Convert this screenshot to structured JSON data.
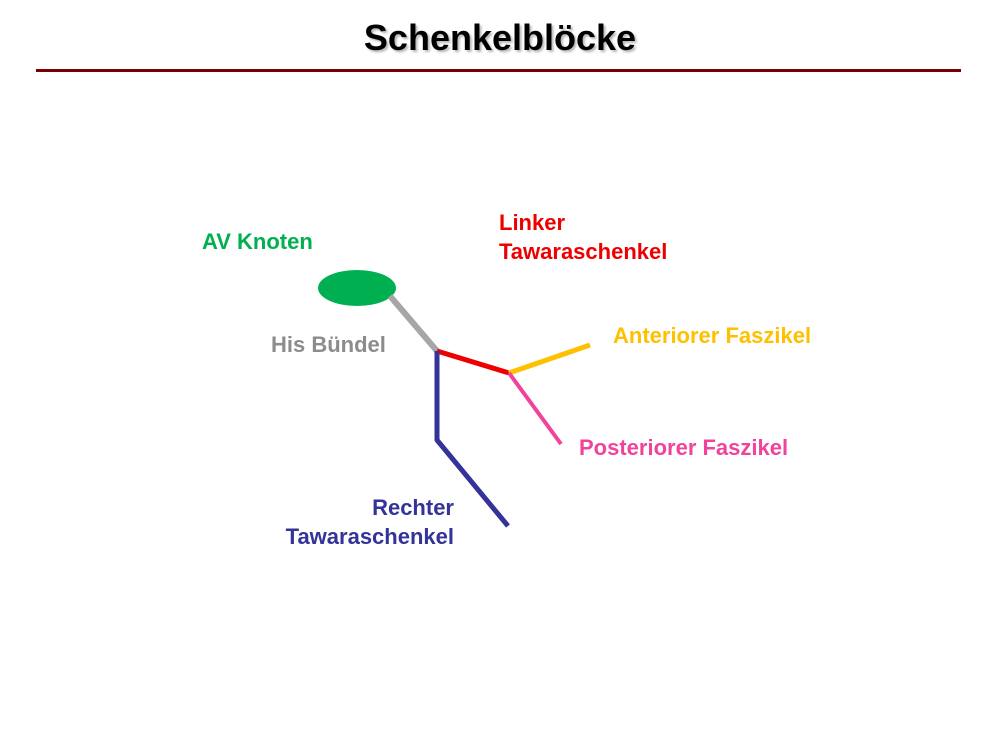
{
  "title": "Schenkelblöcke",
  "labels": {
    "av_knoten": "AV Knoten",
    "his_buendel": "His Bündel",
    "linker_line1": "Linker",
    "linker_line2": "Tawaraschenkel",
    "anterior": "Anteriorer Faszikel",
    "posterior": "Posteriorer Faszikel",
    "rechter_line1": "Rechter",
    "rechter_line2": "Tawaraschenkel"
  },
  "colors": {
    "title_rule": "#7a0000",
    "av_knoten": "#00b050",
    "his_buendel": "#a6a6a6",
    "linker": "#ee0000",
    "anterior": "#ffc000",
    "posterior": "#f0439c",
    "rechter": "#333399"
  }
}
